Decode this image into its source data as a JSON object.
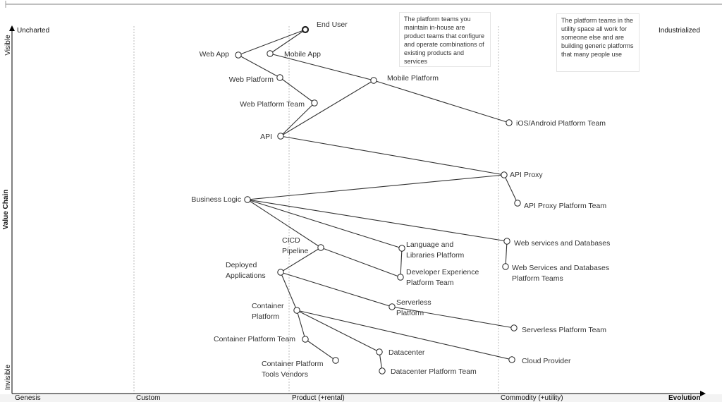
{
  "axes": {
    "y_top": "Visible",
    "y_mid": "Value Chain",
    "y_bottom": "Invisible",
    "x_label": "Evolution",
    "stages": [
      "Genesis",
      "Custom",
      "Product (+rental)",
      "Commodity (+utility)"
    ],
    "corner_top_left": "Uncharted",
    "corner_top_right": "Industrialized"
  },
  "notes": [
    "The platform teams you maintain in-house are product teams that configure and operate combinations of existing products and services",
    "The platform teams in the utility space all work for someone else and are building generic platforms that many people use"
  ],
  "nodes": [
    {
      "id": "end-user",
      "label": "End User",
      "anchor": true
    },
    {
      "id": "web-app",
      "label": "Web App"
    },
    {
      "id": "mobile-app",
      "label": "Mobile App"
    },
    {
      "id": "web-platform",
      "label": "Web Platform"
    },
    {
      "id": "web-platform-team",
      "label": "Web Platform Team"
    },
    {
      "id": "mobile-platform",
      "label": "Mobile Platform"
    },
    {
      "id": "api",
      "label": "API"
    },
    {
      "id": "ios-android-platform-team",
      "label": "iOS/Android Platform Team"
    },
    {
      "id": "api-proxy",
      "label": "API Proxy"
    },
    {
      "id": "api-proxy-platform-team",
      "label": "API Proxy Platform Team"
    },
    {
      "id": "business-logic",
      "label": "Business Logic"
    },
    {
      "id": "web-services-databases",
      "label": "Web services and Databases"
    },
    {
      "id": "web-services-databases-teams",
      "label": "Web Services and Databases Platform Teams"
    },
    {
      "id": "cicd-pipeline",
      "label": "CICD Pipeline"
    },
    {
      "id": "language-libraries-platform",
      "label": "Language and Libraries Platform"
    },
    {
      "id": "developer-experience-team",
      "label": "Developer Experience Platform Team"
    },
    {
      "id": "deployed-applications",
      "label": "Deployed Applications"
    },
    {
      "id": "serverless-platform",
      "label": "Serverless Platform"
    },
    {
      "id": "serverless-platform-team",
      "label": "Serverless Platform Team"
    },
    {
      "id": "container-platform",
      "label": "Container Platform"
    },
    {
      "id": "container-platform-team",
      "label": "Container Platform Team"
    },
    {
      "id": "container-platform-tools-vendors",
      "label": "Container Platform Tools Vendors"
    },
    {
      "id": "datacenter",
      "label": "Datacenter"
    },
    {
      "id": "datacenter-platform-team",
      "label": "Datacenter Platform Team"
    },
    {
      "id": "cloud-provider",
      "label": "Cloud Provider"
    }
  ],
  "links": [
    [
      "end-user",
      "web-app"
    ],
    [
      "end-user",
      "mobile-app"
    ],
    [
      "mobile-app",
      "mobile-platform"
    ],
    [
      "web-app",
      "web-platform"
    ],
    [
      "web-platform",
      "web-platform-team"
    ],
    [
      "web-platform-team",
      "api"
    ],
    [
      "mobile-platform",
      "api"
    ],
    [
      "mobile-platform",
      "ios-android-platform-team"
    ],
    [
      "api",
      "api-proxy"
    ],
    [
      "api-proxy",
      "business-logic"
    ],
    [
      "api-proxy",
      "api-proxy-platform-team"
    ],
    [
      "business-logic",
      "web-services-databases"
    ],
    [
      "web-services-databases",
      "web-services-databases-teams"
    ],
    [
      "business-logic",
      "language-libraries-platform"
    ],
    [
      "language-libraries-platform",
      "developer-experience-team"
    ],
    [
      "business-logic",
      "cicd-pipeline"
    ],
    [
      "cicd-pipeline",
      "developer-experience-team"
    ],
    [
      "cicd-pipeline",
      "deployed-applications"
    ],
    [
      "deployed-applications",
      "serverless-platform"
    ],
    [
      "serverless-platform",
      "serverless-platform-team"
    ],
    [
      "deployed-applications",
      "container-platform"
    ],
    [
      "container-platform",
      "container-platform-team"
    ],
    [
      "container-platform-team",
      "container-platform-tools-vendors"
    ],
    [
      "container-platform",
      "datacenter"
    ],
    [
      "datacenter",
      "datacenter-platform-team"
    ],
    [
      "container-platform",
      "cloud-provider"
    ]
  ]
}
